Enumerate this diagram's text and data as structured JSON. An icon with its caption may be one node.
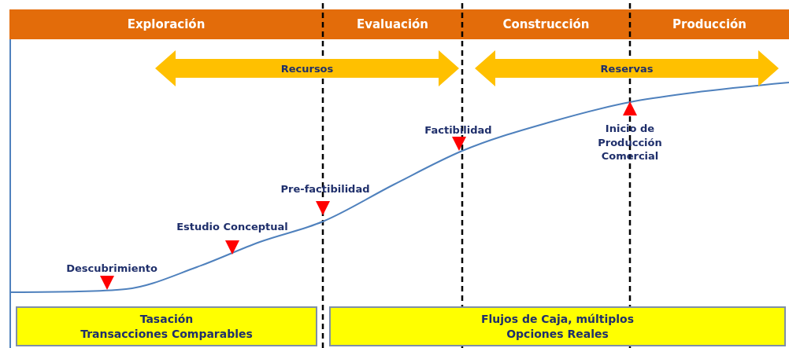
{
  "diagram": {
    "nodes": [
      {
        "text": [
          "Exploración"
        ]
      },
      {
        "text": [
          "Evaluación"
        ]
      },
      {
        "text": [
          "Construcción"
        ]
      },
      {
        "text": [
          "Producción"
        ]
      },
      {
        "text": [
          "Recursos"
        ]
      },
      {
        "text": [
          "Reservas"
        ]
      },
      {
        "text": [
          "Tasación",
          "Transacciones Comparables"
        ]
      },
      {
        "text": [
          "Flujos de Caja, múltiplos",
          "Opciones Reales"
        ]
      }
    ],
    "edges": [],
    "labels": [
      "Factibilidad",
      "Inicio de Producción Comercial",
      "Pre-factibilidad",
      "Estudio Conceptual",
      "Descubrimiento"
    ]
  }
}
